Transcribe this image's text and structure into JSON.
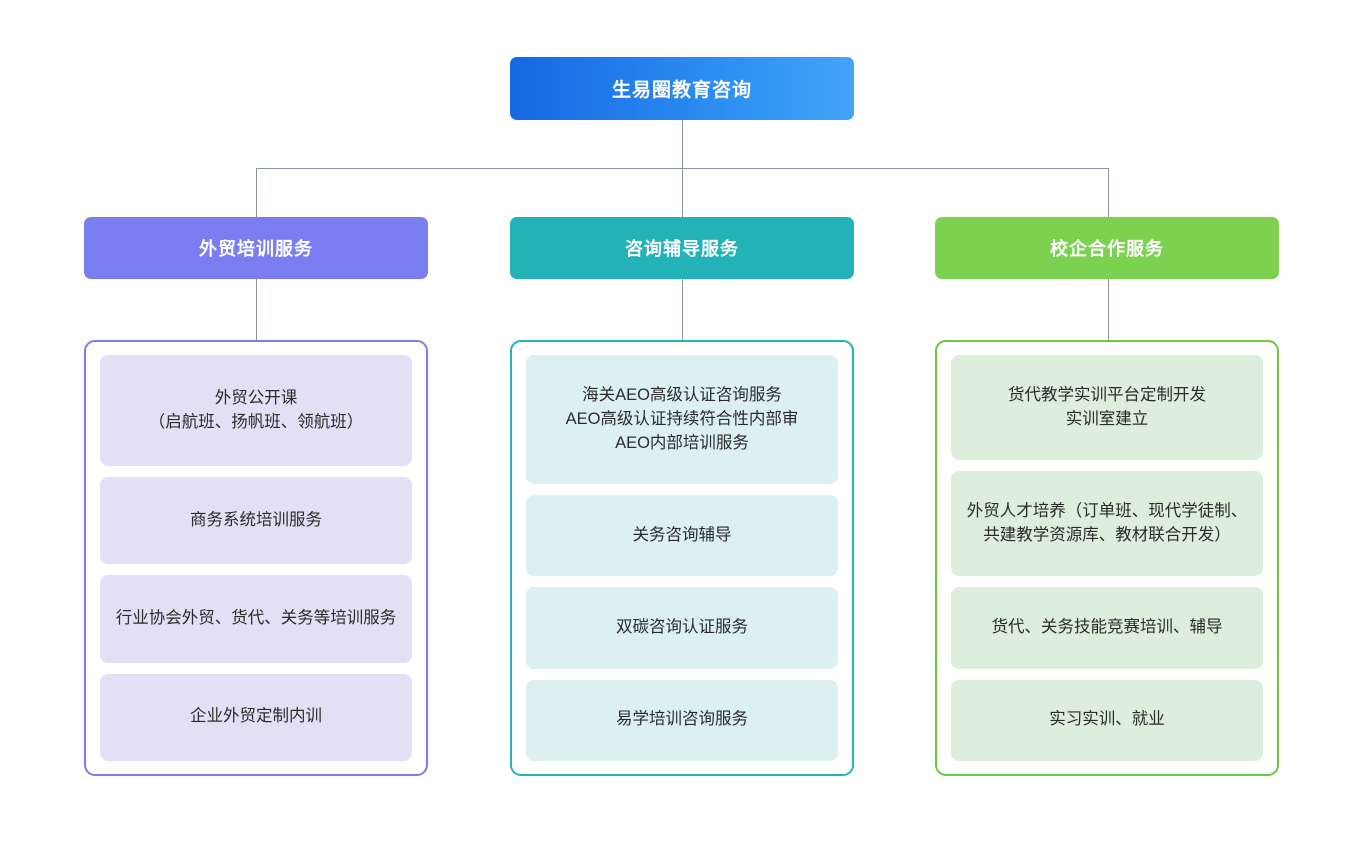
{
  "diagram": {
    "type": "organization-chart",
    "background_color": "#ffffff",
    "root": {
      "label": "生易圈教育咨询",
      "gradient_from": "#1668e3",
      "gradient_to": "#44a3f7",
      "text_color": "#ffffff"
    },
    "connector_color": "#8a93a0",
    "branches": [
      {
        "id": "foreign-trade-training",
        "header": "外贸培训服务",
        "accent_color": "#7b7ef0",
        "leaf_color": "#e3e0f5",
        "items": [
          "外贸公开课\n（启航班、扬帆班、领航班）",
          "商务系统培训服务",
          "行业协会外贸、货代、关务等培训服务",
          "企业外贸定制内训"
        ]
      },
      {
        "id": "consulting-tutoring",
        "header": "咨询辅导服务",
        "accent_color": "#23b2b8",
        "leaf_color": "#dcf0f1",
        "items": [
          "海关AEO高级认证咨询服务\nAEO高级认证持续符合性内部审\nAEO内部培训服务",
          "关务咨询辅导",
          "双碳咨询认证服务",
          "易学培训咨询服务"
        ]
      },
      {
        "id": "school-enterprise-cooperation",
        "header": "校企合作服务",
        "accent_color": "#7cd150",
        "leaf_color": "#ddeedc",
        "items": [
          "货代教学实训平台定制开发\n实训室建立",
          "外贸人才培养（订单班、现代学徒制、共建教学资源库、教材联合开发）",
          "货代、关务技能竞赛培训、辅导",
          "实习实训、就业"
        ]
      }
    ]
  }
}
